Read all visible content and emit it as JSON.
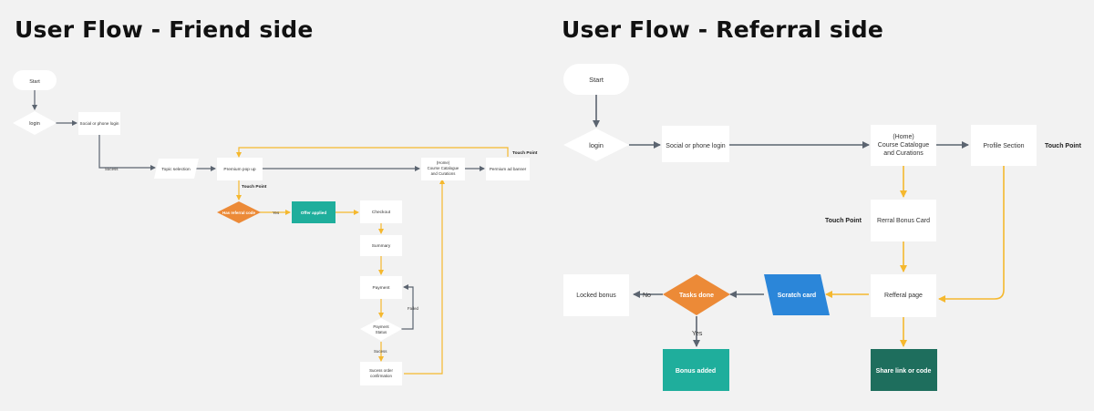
{
  "titles": {
    "friend": "User Flow - Friend side",
    "referral": "User Flow - Referral side"
  },
  "colors": {
    "gray_arrow": "#5b6470",
    "yellow_arrow": "#f5b82e",
    "orange": "#ec8a37",
    "teal": "#1fae9c",
    "dark_teal": "#1e6e5d",
    "blue": "#2b86d9",
    "node_fill": "#ffffff"
  },
  "friend": {
    "start": "Start",
    "login": "login",
    "social_login": "Social or phone login",
    "success_1": "Sucess",
    "topic_selection": "Topic selection",
    "premium_popup": "Premium pop up",
    "home_line1": "(Home)",
    "home_line2": "Course Catalogue",
    "home_line3": "and Curations",
    "premium_banner": "Permium ad banner",
    "touch_point_banner": "Touch Point",
    "touch_point_popup": "Touch Point",
    "has_referral": "Has referral code",
    "yes": "Yes",
    "offer_applied": "Offer applied",
    "checkout": "Checkout",
    "summary": "Summary",
    "payment": "Payment",
    "failed": "Failed",
    "payment_status_line1": "Payment",
    "payment_status_line2": "Status",
    "success_2": "Sucess",
    "success_order_line1": "Sucess order",
    "success_order_line2": "confirmation"
  },
  "referral": {
    "start": "Start",
    "login": "login",
    "social_login": "Social or phone login",
    "home_line1": "(Home)",
    "home_line2": "Course Catalogue",
    "home_line3": "and Curations",
    "profile_section": "Profile Section",
    "touch_point_profile": "Touch Point",
    "touch_point_card": "Touch Point",
    "referral_bonus_card": "Rerral Bonus Card",
    "referral_page": "Refferal page",
    "scratch_card": "Scratch card",
    "tasks_done": "Tasks done",
    "no": "No",
    "locked_bonus": "Locked bonus",
    "yes": "Yes",
    "bonus_added": "Bonus added",
    "share_link": "Share link or code"
  }
}
